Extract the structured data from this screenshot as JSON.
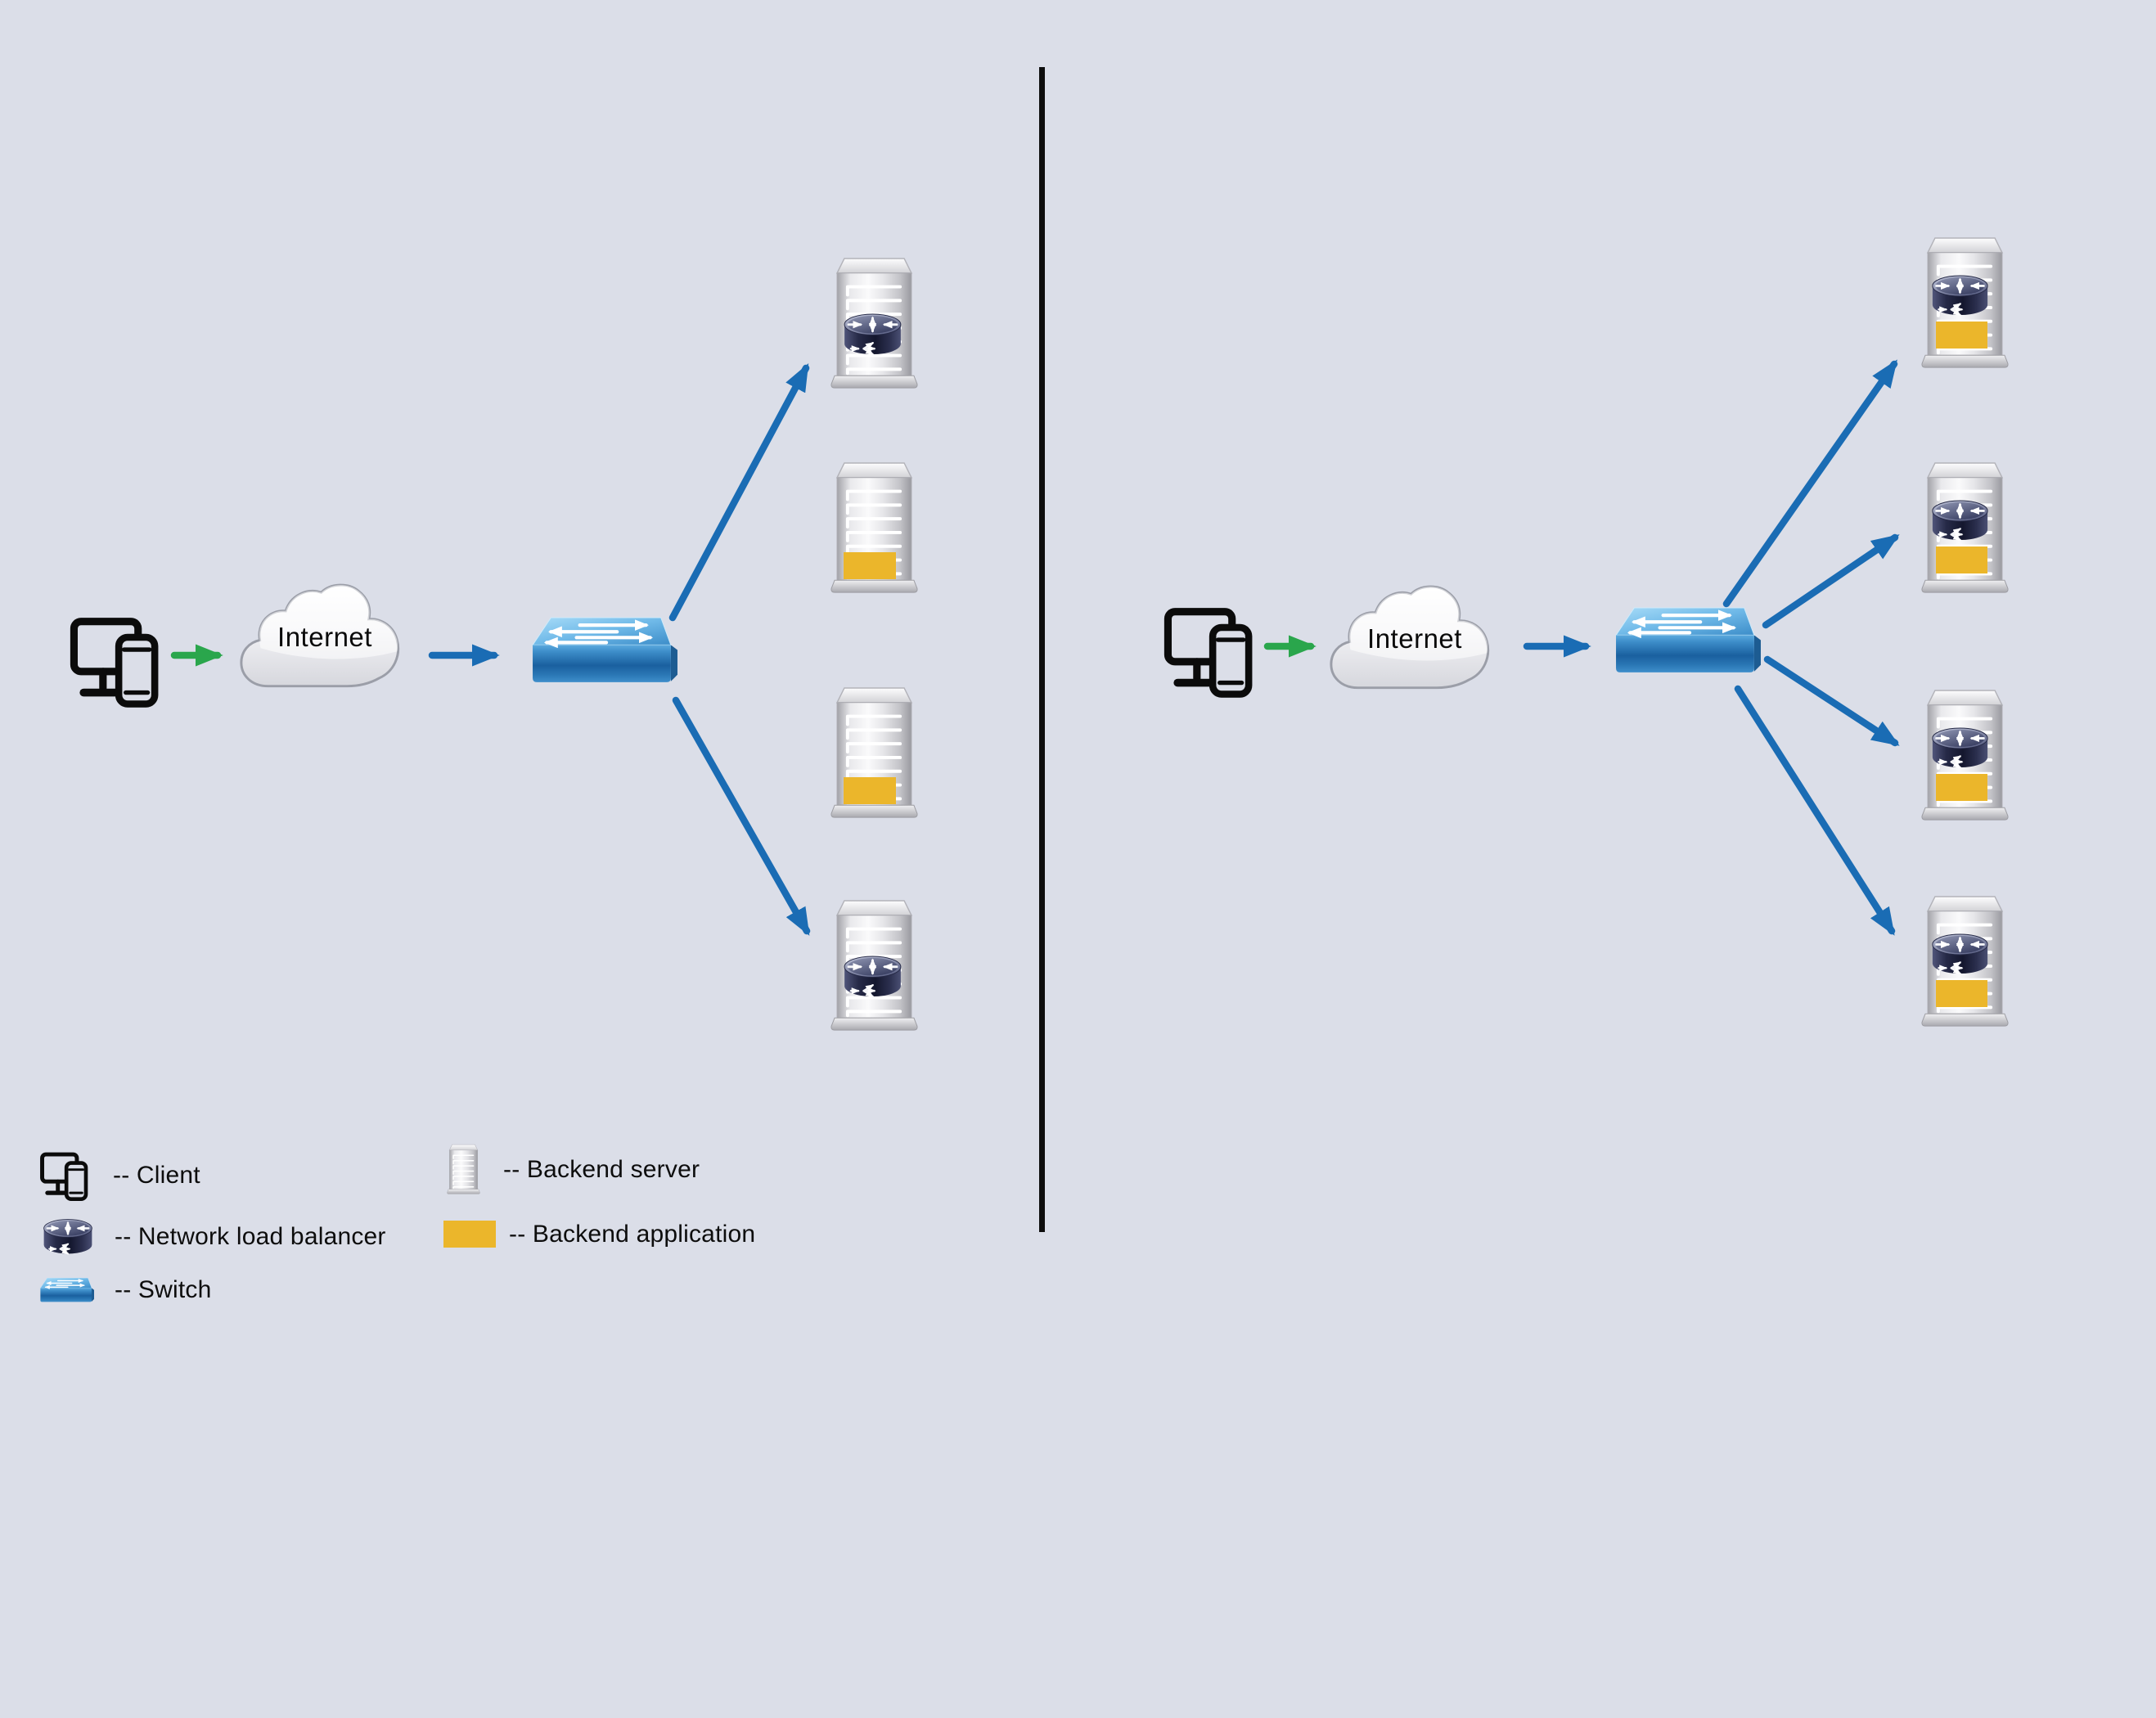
{
  "title": "Network load balancer placement diagram",
  "background_color": "#dbdee8",
  "divider_color": "#0d0d0d",
  "colors": {
    "arrow_blue": "#1a6cb4",
    "arrow_green": "#2aa64c",
    "backend_application_yellow": "#ebb62b",
    "load_balancer_navy": "#23273f",
    "switch_blue": "#3f92cf",
    "server_gray": "#d9d9dc",
    "cloud_white": "#f4f4f6"
  },
  "left_diagram": {
    "internet_label": "Internet",
    "flow": [
      "client",
      "internet",
      "switch"
    ],
    "servers": [
      {
        "name": "server-1",
        "contains": [
          "network-load-balancer"
        ]
      },
      {
        "name": "server-2",
        "contains": [
          "backend-application"
        ]
      },
      {
        "name": "server-3",
        "contains": [
          "backend-application"
        ]
      },
      {
        "name": "server-4",
        "contains": [
          "network-load-balancer"
        ]
      }
    ],
    "switch_connects_to": [
      "server-1",
      "server-4"
    ]
  },
  "right_diagram": {
    "internet_label": "Internet",
    "flow": [
      "client",
      "internet",
      "switch"
    ],
    "servers": [
      {
        "name": "server-1",
        "contains": [
          "network-load-balancer",
          "backend-application"
        ]
      },
      {
        "name": "server-2",
        "contains": [
          "network-load-balancer",
          "backend-application"
        ]
      },
      {
        "name": "server-3",
        "contains": [
          "network-load-balancer",
          "backend-application"
        ]
      },
      {
        "name": "server-4",
        "contains": [
          "network-load-balancer",
          "backend-application"
        ]
      }
    ],
    "switch_connects_to": [
      "server-1",
      "server-2",
      "server-3",
      "server-4"
    ]
  },
  "legend": {
    "items": [
      {
        "icon": "client-icon",
        "label": "-- Client"
      },
      {
        "icon": "network-load-balancer-icon",
        "label": "-- Network load balancer"
      },
      {
        "icon": "switch-icon",
        "label": "-- Switch"
      },
      {
        "icon": "backend-server-icon",
        "label": "-- Backend server"
      },
      {
        "icon": "backend-application-swatch",
        "label": "-- Backend application"
      }
    ]
  }
}
